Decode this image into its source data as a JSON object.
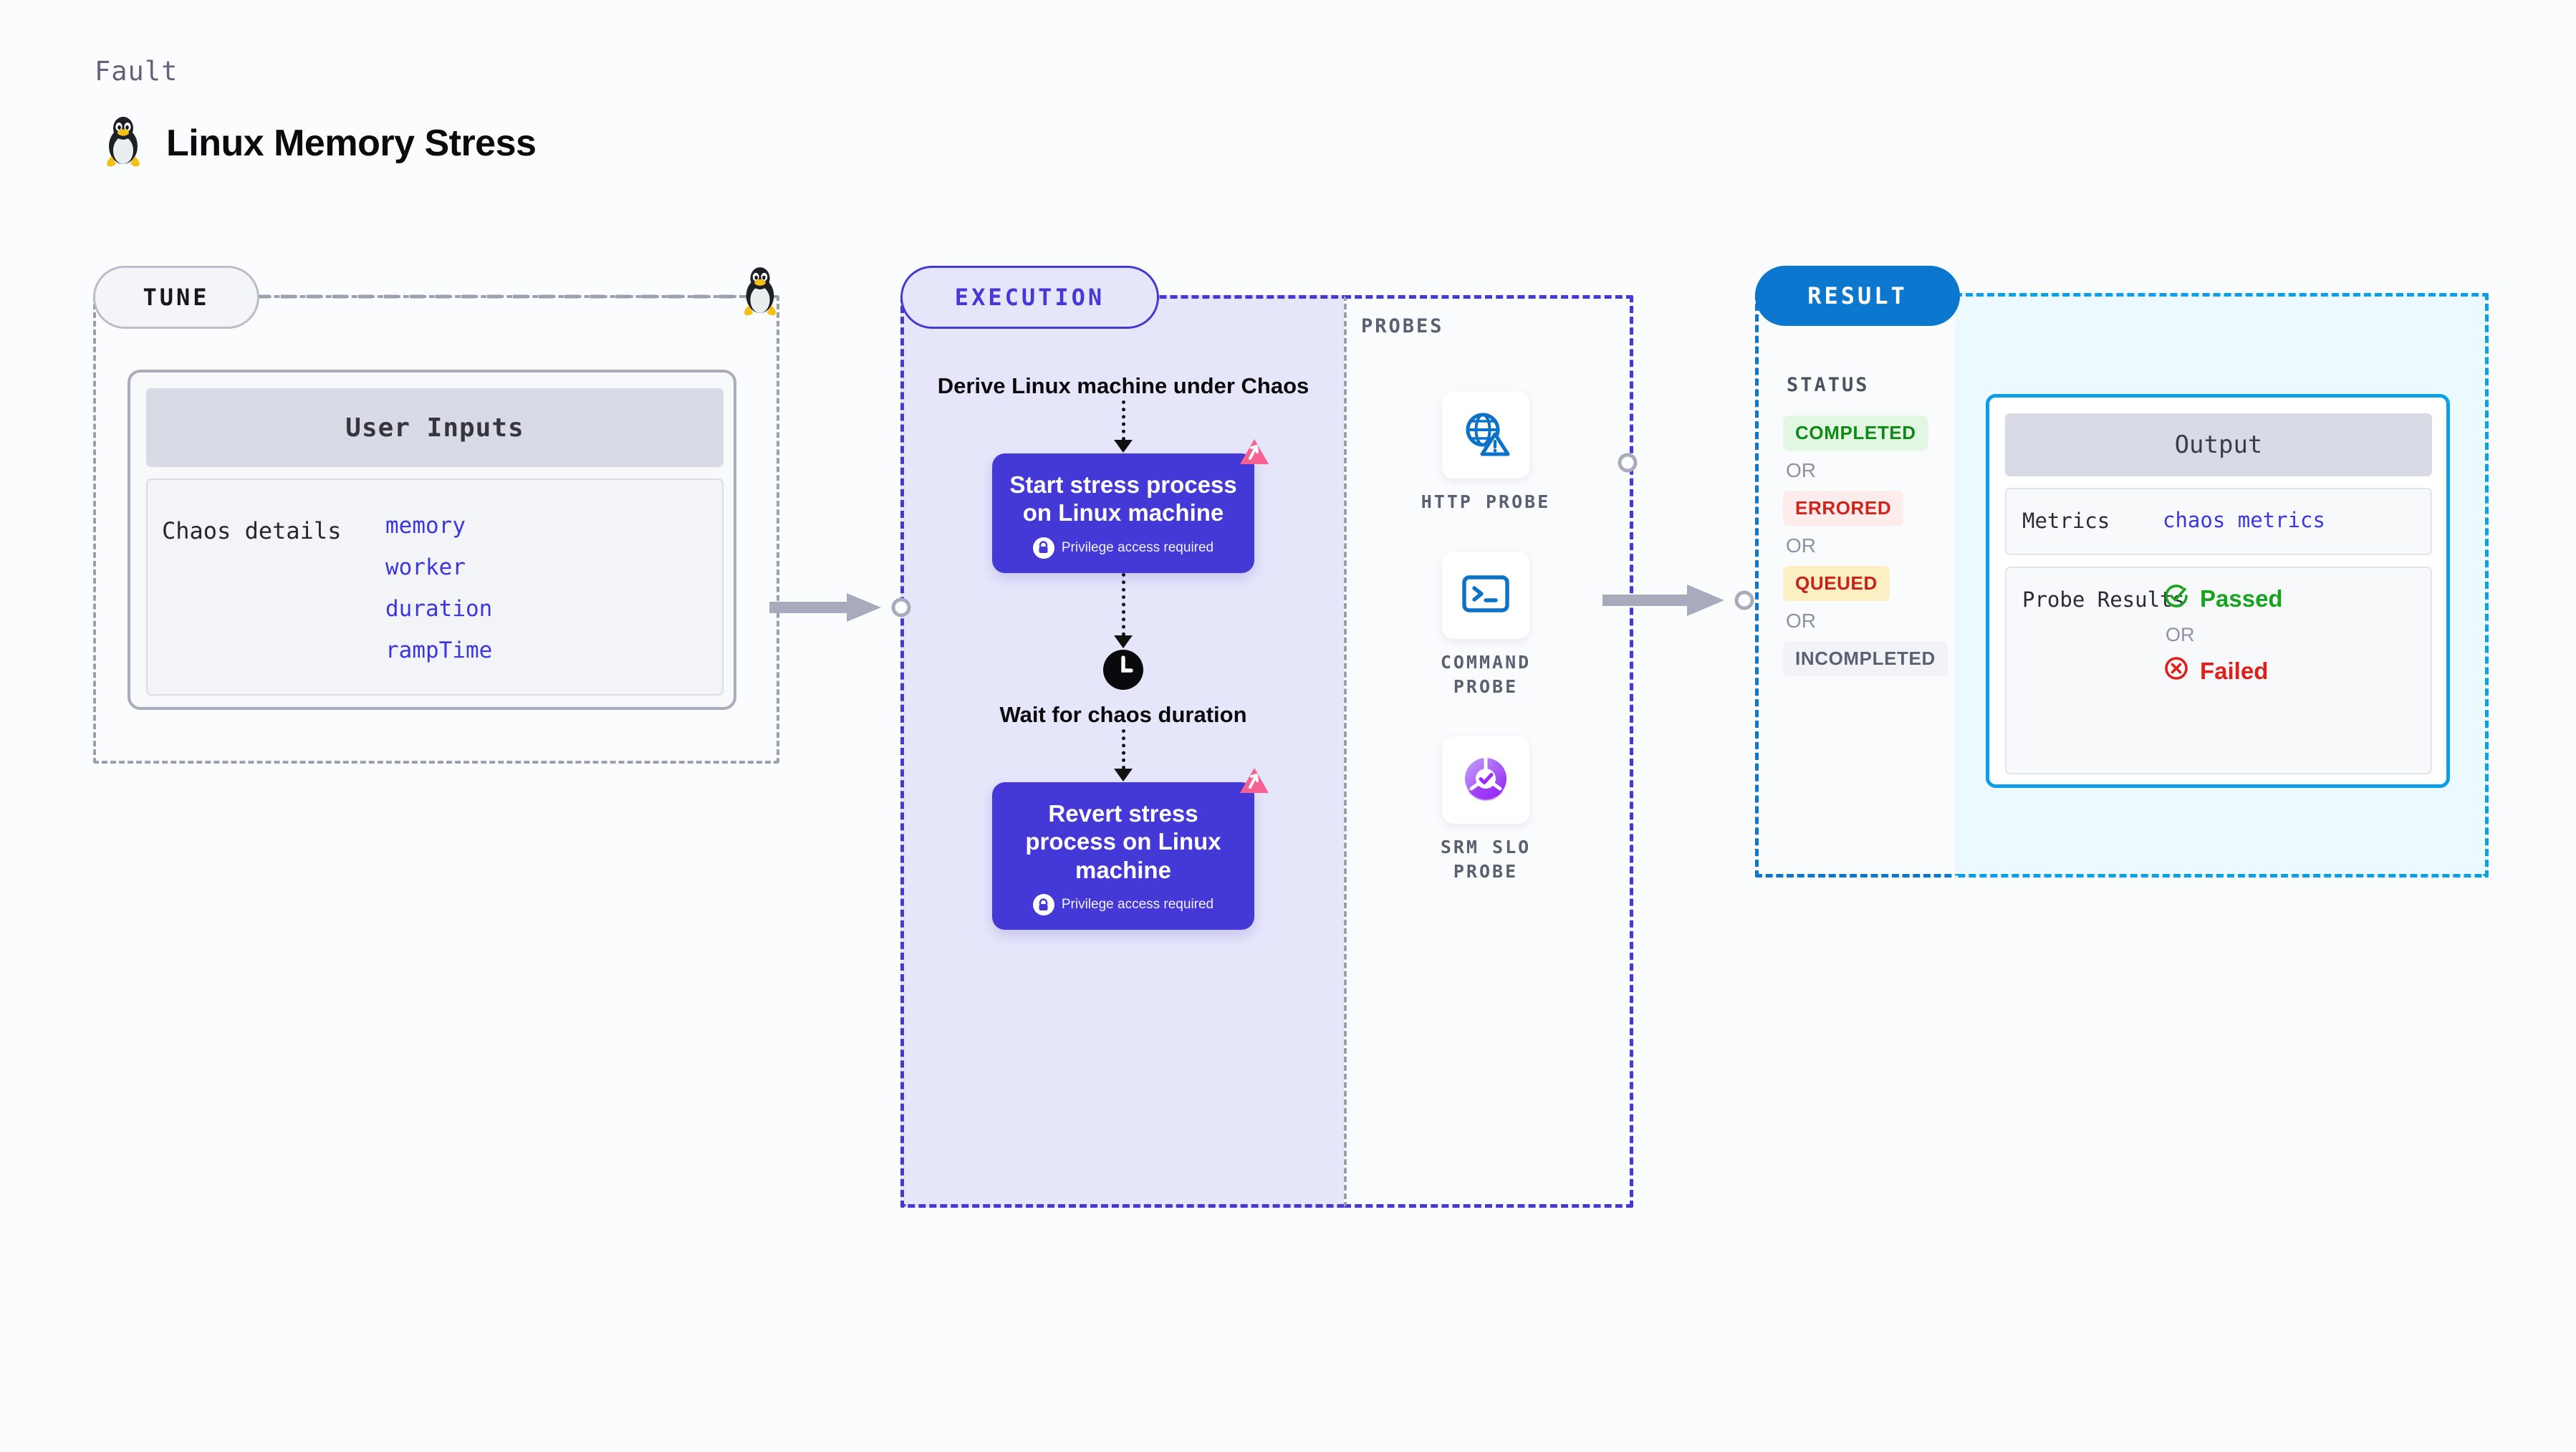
{
  "header": {
    "eyebrow": "Fault",
    "title": "Linux Memory Stress",
    "icon": "linux-penguin-icon"
  },
  "tune": {
    "pill_label": "TUNE",
    "card_title": "User Inputs",
    "params_label": "Chaos details",
    "params": [
      "memory",
      "worker",
      "duration",
      "rampTime"
    ]
  },
  "execution": {
    "pill_label": "EXECUTION",
    "steps": [
      {
        "type": "text",
        "label": "Derive Linux machine under Chaos"
      },
      {
        "type": "box",
        "label": "Start stress process on Linux machine",
        "privilege_note": "Privilege access required"
      },
      {
        "type": "clock",
        "label": "Wait for chaos duration"
      },
      {
        "type": "box",
        "label": "Revert stress process on Linux machine",
        "privilege_note": "Privilege access required"
      }
    ]
  },
  "probes": {
    "label": "PROBES",
    "items": [
      {
        "name": "HTTP PROBE",
        "icon": "globe-warning-icon"
      },
      {
        "name": "COMMAND PROBE",
        "icon": "terminal-icon"
      },
      {
        "name": "SRM SLO PROBE",
        "icon": "slo-check-icon"
      }
    ]
  },
  "result": {
    "pill_label": "RESULT",
    "status_label": "STATUS",
    "or_label": "OR",
    "statuses": [
      {
        "label": "COMPLETED",
        "bg": "#e2f7e2",
        "fg": "#0f8a17"
      },
      {
        "label": "ERRORED",
        "bg": "#fdeceb",
        "fg": "#d2231a"
      },
      {
        "label": "QUEUED",
        "bg": "#fdefc4",
        "fg": "#c92019"
      },
      {
        "label": "INCOMPLETED",
        "bg": "#f2f3f7",
        "fg": "#5b6073"
      }
    ]
  },
  "output": {
    "card_title": "Output",
    "metrics_label": "Metrics",
    "metrics_value": "chaos metrics",
    "probe_results_label": "Probe Results",
    "or_label": "OR",
    "passed_label": "Passed",
    "failed_label": "Failed",
    "passed_color": "#17a31b",
    "failed_color": "#e01f1a"
  },
  "colors": {
    "indigo": "#4439d6",
    "result_blue": "#0b77cf",
    "output_cyan": "#0b9fe8",
    "chaos_pink": "#f8608f"
  }
}
